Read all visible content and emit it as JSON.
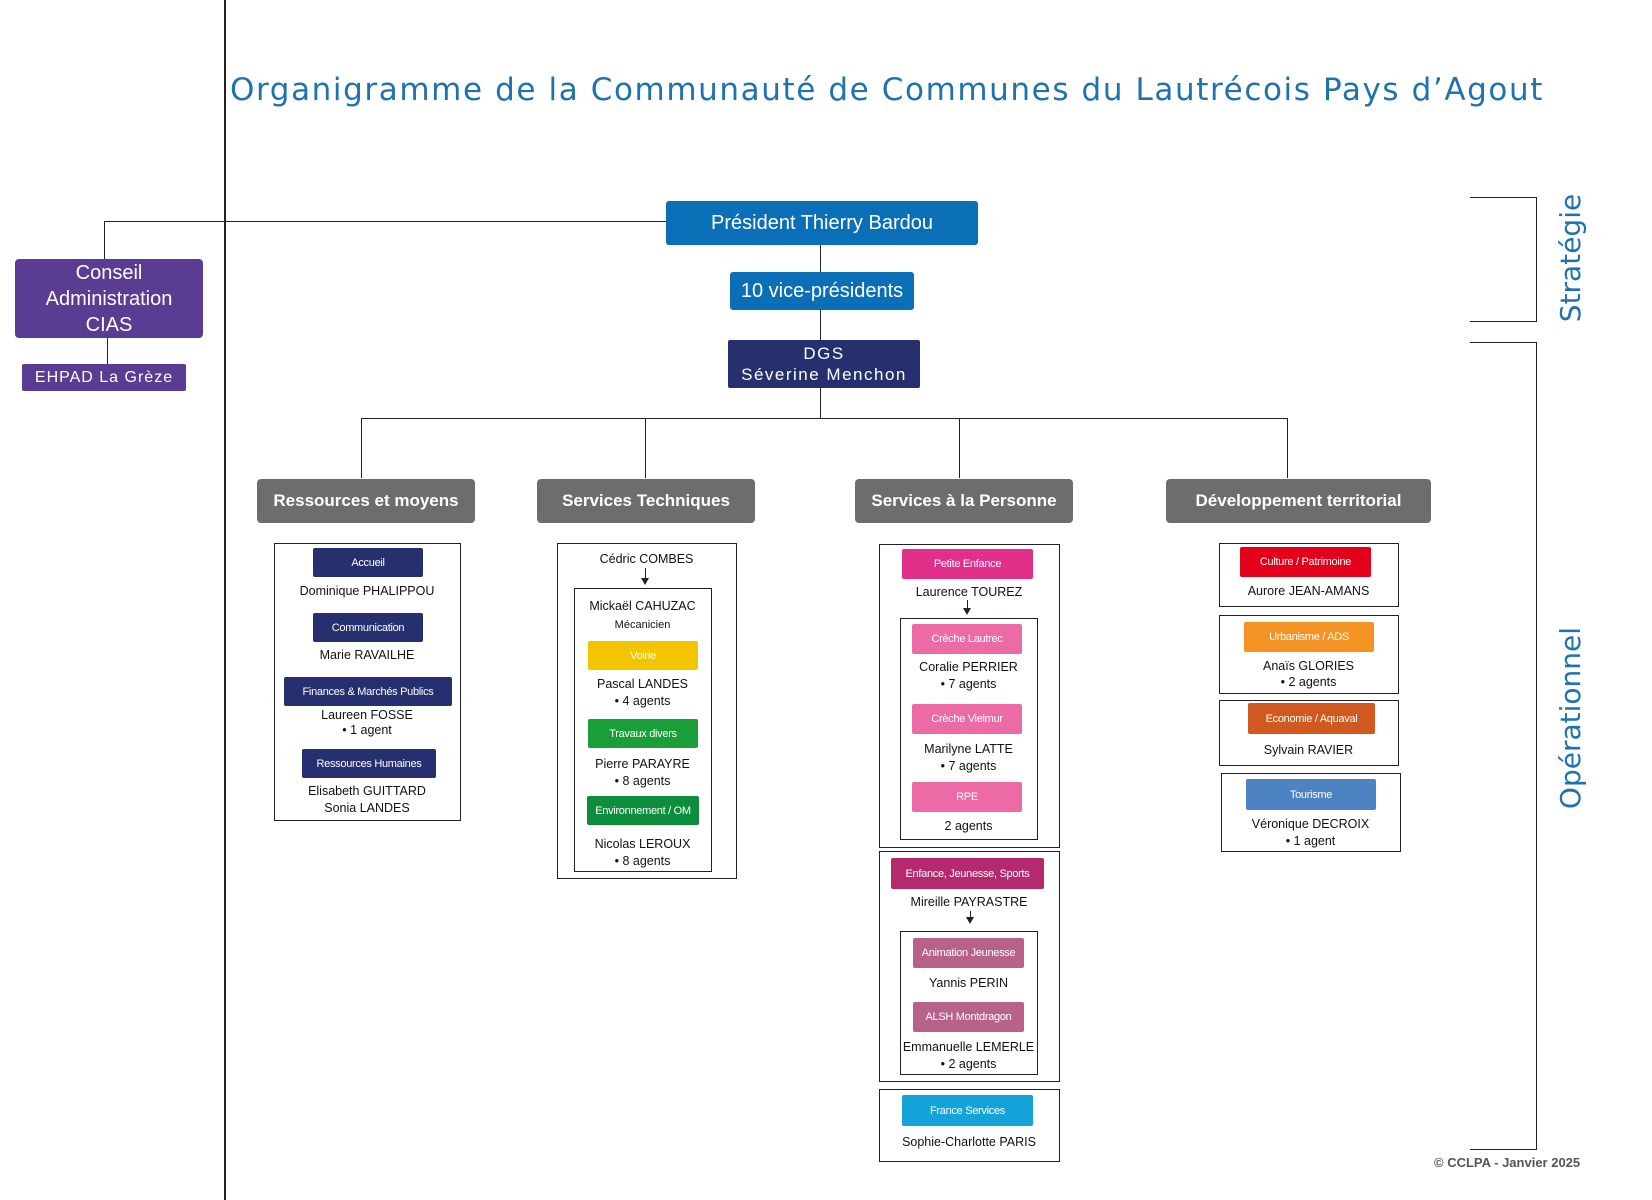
{
  "title": "Organigramme de la Communauté de Communes du Lautrécois Pays d’Agout",
  "president": "Président Thierry Bardou",
  "vice_presidents": "10 vice-présidents",
  "dgs": {
    "line1": "DGS",
    "line2": "Séverine Menchon"
  },
  "cias": {
    "line1": "Conseil",
    "line2": "Administration",
    "line3": "CIAS"
  },
  "ehpad": "EHPAD La Grèze",
  "side_labels": {
    "strategie": "Stratégie",
    "operationnel": "Opérationnel"
  },
  "copyright": "© CCLPA - Janvier 2025",
  "colors": {
    "blue": "#0b6fb7",
    "navy": "#27306f",
    "purple": "#5a3c93",
    "grey": "#6d6d6d"
  },
  "departments": {
    "ressources": {
      "title": "Ressources et moyens",
      "units": [
        {
          "label": "Accueil",
          "line1": "Dominique PHALIPPOU"
        },
        {
          "label": "Communication",
          "line1": "Marie RAVAILHE"
        },
        {
          "label": "Finances & Marchés Publics",
          "line1": "Laureen FOSSE",
          "line2": "• 1 agent"
        },
        {
          "label": "Ressources Humaines",
          "line1": "Elisabeth GUITTARD",
          "line2": "Sonia LANDES"
        }
      ]
    },
    "techniques": {
      "title": "Services Techniques",
      "head": "Cédric COMBES",
      "sub_head": "Mickaël CAHUZAC",
      "sub_role": "Mécanicien",
      "units": [
        {
          "label": "Voirie",
          "line1": "Pascal LANDES",
          "line2": "• 4 agents"
        },
        {
          "label": "Travaux divers",
          "line1": "Pierre PARAYRE",
          "line2": "• 8 agents"
        },
        {
          "label": "Environnement / OM",
          "line1": "Nicolas LEROUX",
          "line2": "• 8 agents"
        }
      ]
    },
    "personne": {
      "title": "Services à la Personne",
      "petite_enfance": {
        "label": "Petite Enfance",
        "head": "Laurence TOUREZ",
        "units": [
          {
            "label": "Crèche Lautrec",
            "line1": "Coralie PERRIER",
            "line2": "• 7 agents"
          },
          {
            "label": "Crèche Vielmur",
            "line1": "Marilyne LATTE",
            "line2": "• 7 agents"
          },
          {
            "label": "RPE",
            "line1": "2 agents"
          }
        ]
      },
      "ejs": {
        "label": "Enfance, Jeunesse, Sports",
        "head": "Mireille PAYRASTRE",
        "units": [
          {
            "label": "Animation Jeunesse",
            "line1": "Yannis PERIN"
          },
          {
            "label": "ALSH Montdragon",
            "line1": "Emmanuelle LEMERLE",
            "line2": "• 2 agents"
          }
        ]
      },
      "france_services": {
        "label": "France Services",
        "line1": "Sophie-Charlotte PARIS"
      }
    },
    "developpement": {
      "title": "Développement territorial",
      "units": [
        {
          "label": "Culture / Patrimoine",
          "line1": "Aurore JEAN-AMANS"
        },
        {
          "label": "Urbanisme / ADS",
          "line1": "Anaïs GLORIES",
          "line2": "• 2 agents"
        },
        {
          "label": "Economie / Aquaval",
          "line1": "Sylvain RAVIER"
        },
        {
          "label": "Tourisme",
          "line1": "Véronique DECROIX",
          "line2": "• 1 agent"
        }
      ]
    }
  }
}
